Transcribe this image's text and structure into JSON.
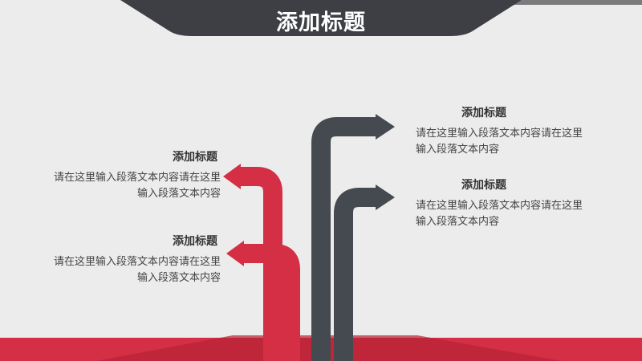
{
  "slide": {
    "title": "添加标题",
    "colors": {
      "accent_red": "#d42f45",
      "dark_gray": "#454a50",
      "background": "#ececec"
    }
  },
  "items": [
    {
      "heading": "添加标题",
      "body": "请在这里输入段落文本内容请在这里输入段落文本内容"
    },
    {
      "heading": "添加标题",
      "body": "请在这里输入段落文本内容请在这里输入段落文本内容"
    },
    {
      "heading": "添加标题",
      "body": "请在这里输入段落文本内容请在这里输入段落文本内容"
    },
    {
      "heading": "添加标题",
      "body": "请在这里输入段落文本内容请在这里输入段落文本内容"
    }
  ]
}
